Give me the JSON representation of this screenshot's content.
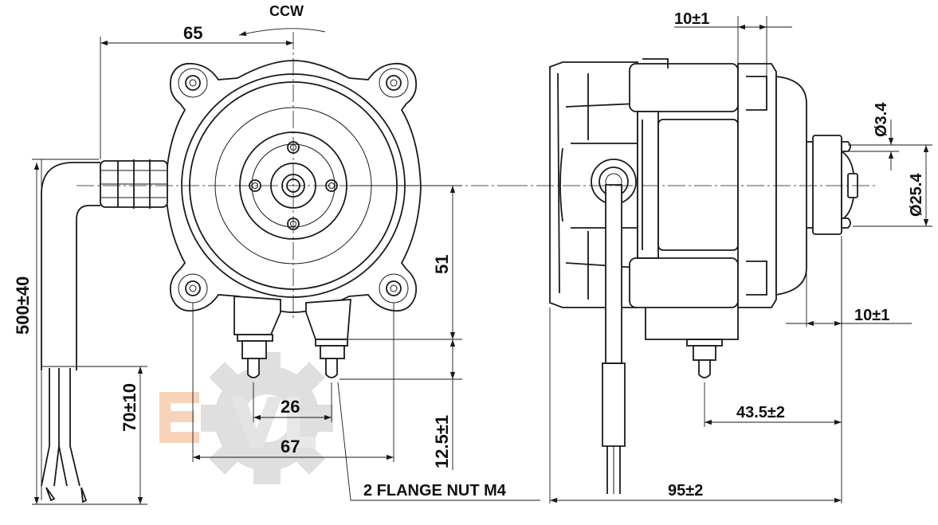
{
  "labels": {
    "ccw": "CCW",
    "dim_65": "65",
    "dim_10a": "10±1",
    "dim_phi34": "Ø3.4",
    "dim_phi254": "Ø25.4",
    "dim_51": "51",
    "dim_10b": "10±1",
    "dim_500": "500±40",
    "dim_70": "70±10",
    "dim_26": "26",
    "dim_125": "12.5±1",
    "dim_435": "43.5±2",
    "dim_67": "67",
    "dim_95": "95±2",
    "flange_nut": "2 FLANGE NUT M4"
  },
  "colors": {
    "line": "#1a1a1a",
    "watermark_gear": "#d8d8d8",
    "watermark_letter": "#f4c4a4"
  },
  "watermark": {
    "gear_icon": "gear-icon"
  }
}
